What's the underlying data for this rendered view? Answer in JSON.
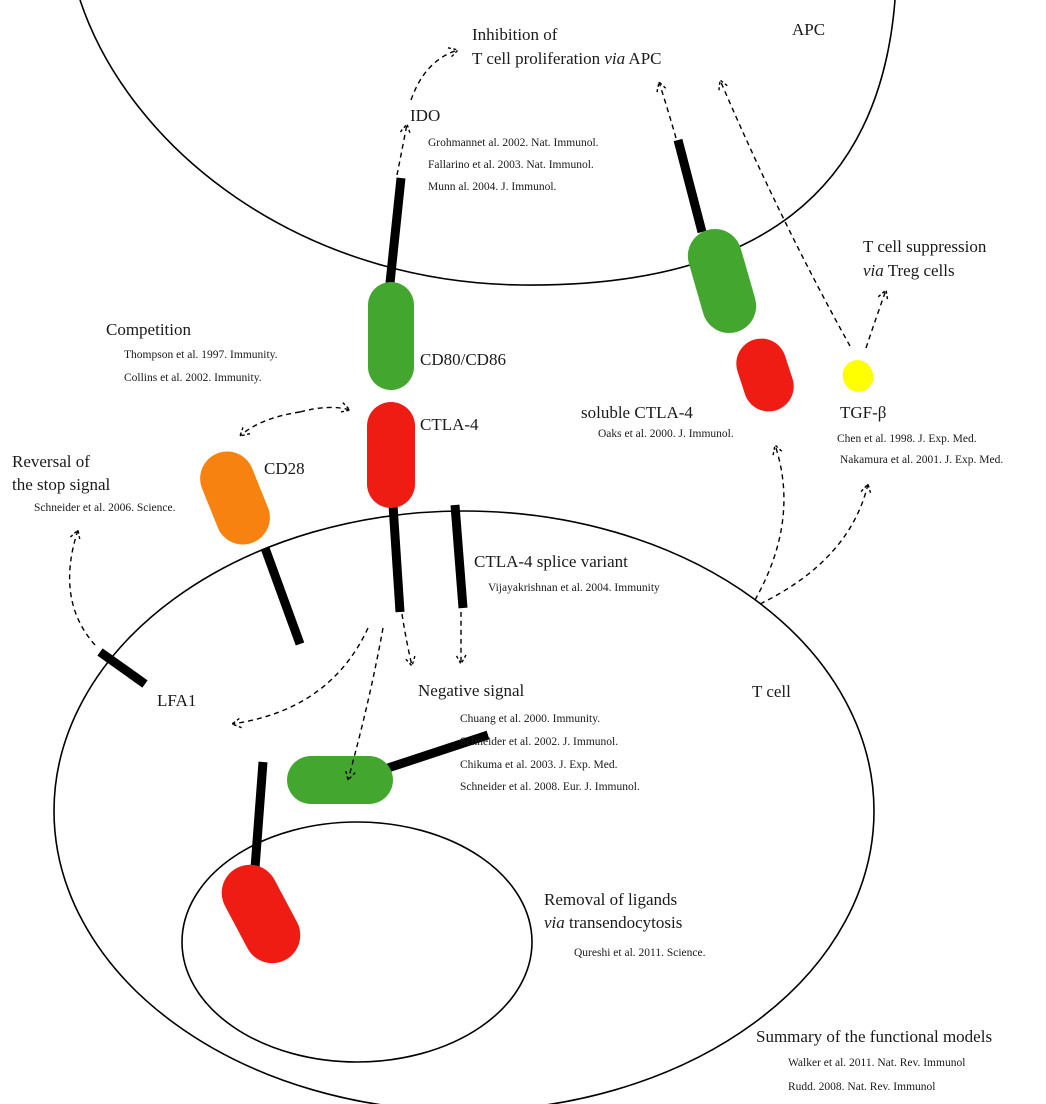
{
  "colors": {
    "cd80": "#43a72f",
    "ctla4": "#ee1c12",
    "cd28": "#f7820f",
    "tgf": "#ffff00"
  },
  "labels": {
    "apc": "APC",
    "tcell": "T cell",
    "inhibition_line1": "Inhibition of",
    "inhibition_line2_pre": "T cell proliferation ",
    "inhibition_line2_via": "via",
    "inhibition_line2_post": " APC",
    "ido": "IDO",
    "ido_refs": [
      "Grohmannet al. 2002. Nat. Immunol.",
      "Fallarino et al. 2003. Nat. Immunol.",
      "Munn al. 2004. J. Immunol."
    ],
    "tsupp_line1": "T cell suppression",
    "tsupp_via": "via",
    "tsupp_line2_post": " Treg cells",
    "competition": "Competition",
    "competition_refs": [
      "Thompson et al. 1997. Immunity.",
      "Collins et al. 2002. Immunity."
    ],
    "cd80": "CD80/CD86",
    "ctla4": "CTLA-4",
    "soluble": "soluble CTLA-4",
    "soluble_ref": "Oaks et al. 2000. J. Immunol.",
    "tgf": "TGF-β",
    "tgf_refs": [
      "Chen et al. 1998. J. Exp. Med.",
      "Nakamura et al. 2001. J. Exp. Med."
    ],
    "reversal_line1": "Reversal of",
    "reversal_line2": "the stop signal",
    "reversal_ref": "Schneider et al. 2006. Science.",
    "cd28": "CD28",
    "splice": "CTLA-4 splice variant",
    "splice_ref": "Vijayakrishnan et al. 2004. Immunity",
    "lfa1": "LFA1",
    "negative": "Negative signal",
    "negative_refs": [
      "Chuang et al. 2000. Immunity.",
      "Schneider et al. 2002. J. Immunol.",
      "Chikuma et al. 2003. J. Exp. Med.",
      "Schneider et al. 2008. Eur. J. Immunol."
    ],
    "removal_line1": "Removal of ligands",
    "removal_via": "via",
    "removal_line2_post": " transendocytosis",
    "removal_ref": "Qureshi et al. 2011. Science.",
    "summary": "Summary of the functional models",
    "summary_refs": [
      "Walker et al. 2011. Nat. Rev. Immunol",
      "Rudd. 2008. Nat. Rev. Immunol"
    ]
  }
}
